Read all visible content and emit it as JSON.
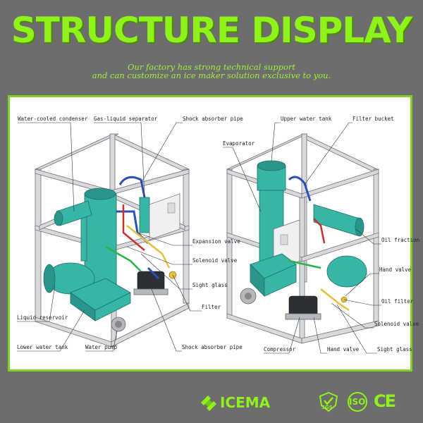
{
  "header": {
    "title": "STRUCTURE DISPLAY",
    "subtitle_line1": "Our factory has strong technical support",
    "subtitle_line2": "and can customize an ice maker solution exclusive to you."
  },
  "left_labels": {
    "water_cooled_condenser": "Water-cooled condenser",
    "gas_liquid_separator": "Gas-liquid separator",
    "shock_absorber_pipe_top": "Shock absorber pipe",
    "expansion_valve": "Expansion valve",
    "solenoid_valve": "Solenoid valve",
    "sight_glass": "Sight glass",
    "filter": "Filter",
    "liquid_reservoir": "Liquid reservoir",
    "lower_water_tank": "Lower water tank",
    "water_pump": "Water pump",
    "shock_absorber_pipe_bottom": "Shock absorber pipe"
  },
  "right_labels": {
    "upper_water_tank": "Upper water tank",
    "filter_bucket": "Filter bucket",
    "evaporator": "Evaporator",
    "oil_fraction": "Oil fraction",
    "hand_valve_top": "Hand valve",
    "oil_filter": "Oil filter",
    "solenoid_valve": "Solenoid valve",
    "compressor": "Compressor",
    "hand_valve_bottom": "Hand valve",
    "sight_glass": "Sight glass"
  },
  "footer": {
    "brand": "ICEMA",
    "cert_sgs": "SGS",
    "cert_iso": "ISO",
    "cert_ce": "CE"
  },
  "colors": {
    "background": "#6d6d6d",
    "accent_green": "#8ff21a",
    "frame_border": "#7ed321",
    "machine_teal": "#38b6a5"
  },
  "icons": [
    "icema-logo-icon",
    "sgs-badge-icon",
    "iso-badge-icon",
    "ce-mark-icon"
  ]
}
